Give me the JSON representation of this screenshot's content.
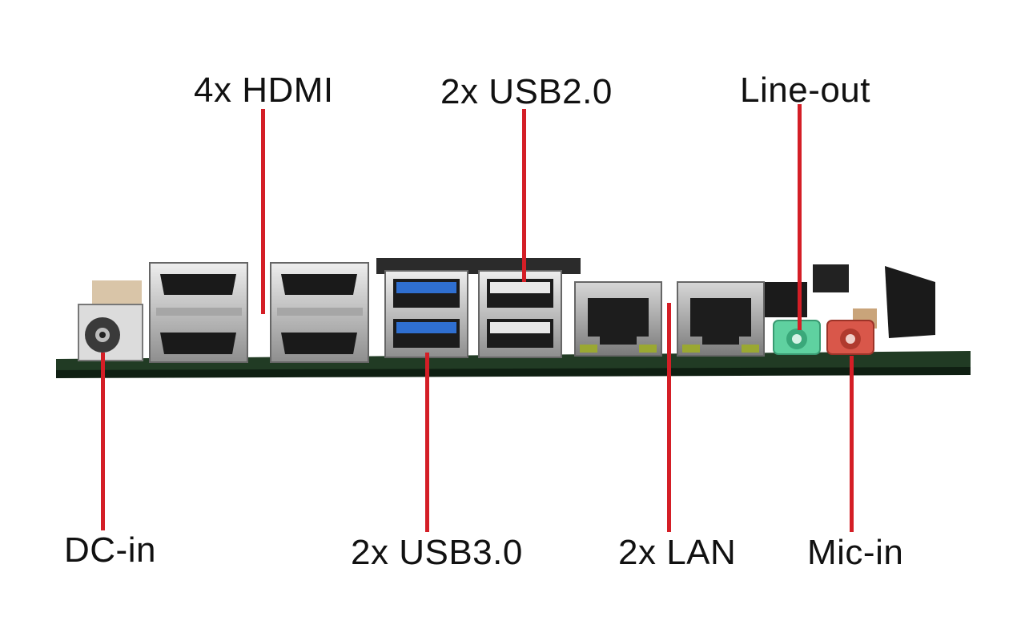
{
  "callouts": {
    "hdmi": "4x HDMI",
    "usb2": "2x USB2.0",
    "line_out": "Line-out",
    "dc_in": "DC-in",
    "usb3": "2x USB3.0",
    "lan": "2x LAN",
    "mic_in": "Mic-in"
  },
  "colors": {
    "leader_line": "#d41e26",
    "pcb": "#1f3a22",
    "port_metal": "#c9c9c9",
    "usb3_blue": "#2f6fd0",
    "line_out_jack": "#5fd1a0",
    "mic_in_jack": "#d9574a"
  }
}
